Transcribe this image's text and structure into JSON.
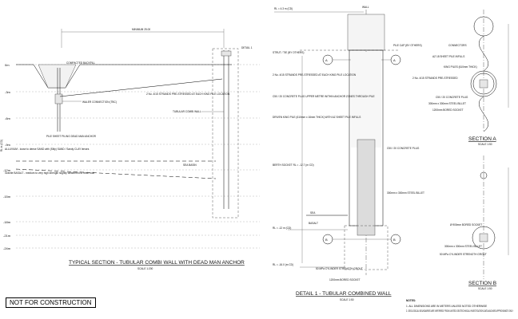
{
  "stamp": "NOT FOR CONSTRUCTION",
  "left_section": {
    "title": "TYPICAL SECTION - TUBULAR COMBI WALL WITH DEAD MAN ANCHOR",
    "scale": "SCALE 1:200",
    "min_dim": "MINIMUM 25.00",
    "detail_ref": "DETAIL 1",
    "axis_label": "RL in (CD)",
    "levels": [
      "0m",
      "-3m",
      "-6m",
      "-9m",
      "-12m",
      "-15m",
      "-18m",
      "-21m",
      "-24m"
    ],
    "labels": {
      "backfill": "COMPACTED BACKFILL",
      "waler": "WALER CONNECTION (TBC)",
      "strands": "2 No. 4/15 STRANDS PRE-STRESSED AT EACH KING PILE LOCATION",
      "tubular": "TUBULAR COMBI WALL",
      "anchor": "PILE SHEET PILING DEAD MAN ANCHOR",
      "alluvium": "ALLUVIUM - loose to dense SAND with (Silty) SAND / Sandy CLAY lenses",
      "bedrock": "Granite BASALT - medium to very high strength slightly weathered to fresh rock",
      "seabed": "SEA BASIN"
    }
  },
  "detail": {
    "title": "DETAIL 1 - TUBULAR COMBINED WALL",
    "scale": "SCALE 1:50",
    "top_rl": "RL = 4.3 m (CD)",
    "wall": "WALL",
    "sea": "SEA",
    "basalt": "BASALT",
    "toe_rl": "RL = -16.0 (m CD)",
    "mid_rl": "RL = -12 m (CD)",
    "labels": {
      "pile_cap": "PILE CAP (BY OTHERS)",
      "strut": "STRUT / TIE (BY OTHERS)",
      "strands": "2 No. 4/15 STRANDS PRE-STRESSED AT EACH KING PILE LOCATION",
      "plug": "C50 / 20 CONCRETE PLUG UPPER METRE WITHIN ANCHOR ZONES THROUGH PILE",
      "driven": "DRIVEN KING PILE (610mm x 16mm THICK) WITH AZ SHEET PILE INFILLS",
      "concrete": "C50 / 20 CONCRETE PLUG",
      "billet": "300mm x 300mm STEEL BILLET",
      "socket": "BERTH SOCKET RL = -12.7 (m CD)",
      "grout": "50 MPa CYLINDER STRENGTH GROUT",
      "bored": "1200mm BORED SOCKET"
    }
  },
  "section_a": {
    "title": "SECTION A",
    "scale": "SCALE 1:50",
    "labels": {
      "connectors": "CONNECTORS",
      "az": "AZ 18 SHEET PILE INFILLS",
      "king": "KING PILES (610mm THICK)",
      "strands": "2 No. 4/15 STRANDS PRE-STRESSED",
      "plug": "C50 / 20 CONCRETE PLUG",
      "billet": "300mm x 300mm STEEL BILLET",
      "socket": "1200mm BORED SOCKET"
    }
  },
  "section_b": {
    "title": "SECTION B",
    "scale": "SCALE 1:50",
    "labels": {
      "bored": "Ø 900mm BORED SOCKET",
      "billet": "300mm x 300mm STEEL BILLET",
      "grout": "50 MPa CYLINDER STRENGTH GROUT"
    }
  },
  "notes": {
    "heading": "NOTES:",
    "items": [
      "1.  ALL DIMENSIONS ARE IN METERS UNLESS NOTED OTHERWISE",
      "2.  GEOLOGICAL BOUNDARIES ARE INFERRED FROM LIMITED GEOTECHNICAL INVESTIGATION DATA AND ARE APPROXIMATE ONLY"
    ]
  }
}
